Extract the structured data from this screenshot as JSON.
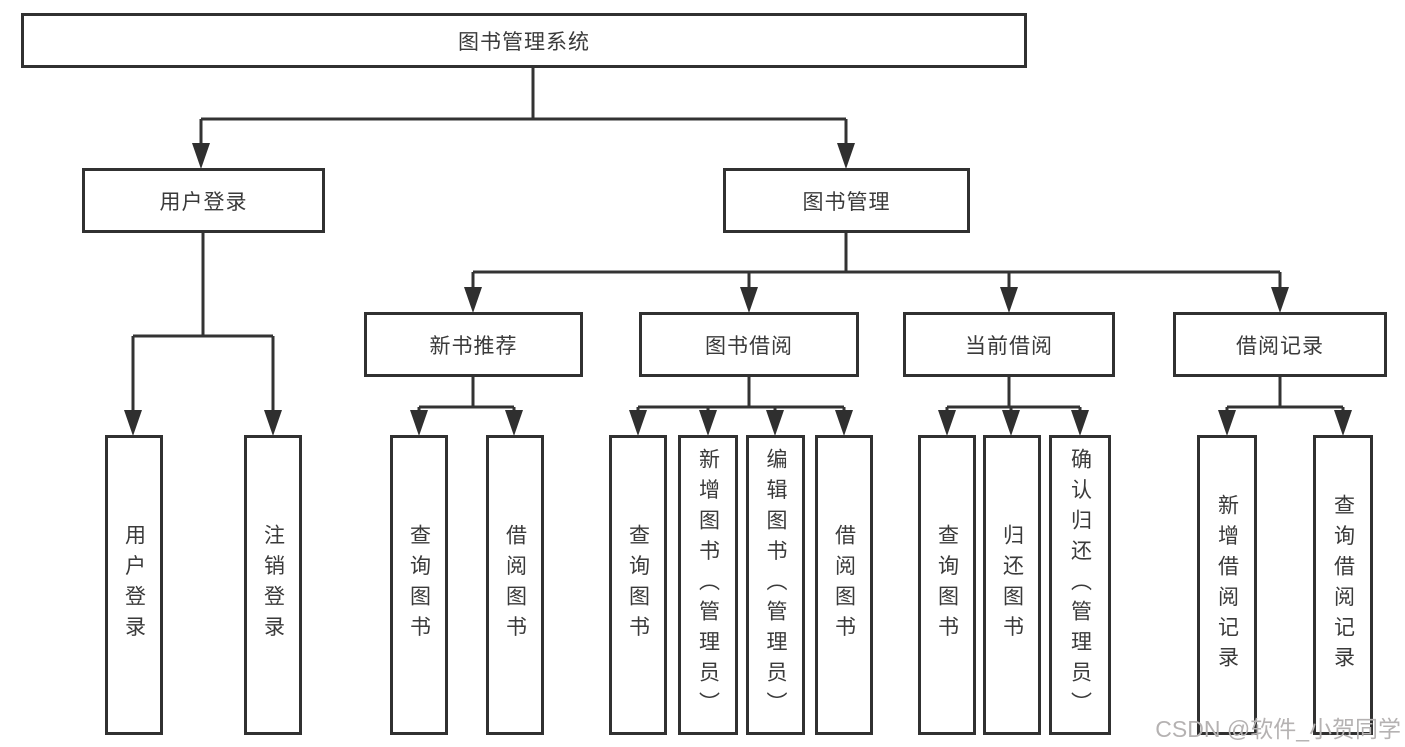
{
  "diagram": {
    "root": {
      "label": "图书管理系统"
    },
    "level2": [
      {
        "label": "用户登录"
      },
      {
        "label": "图书管理"
      }
    ],
    "level3": [
      {
        "label": "新书推荐",
        "parent": "图书管理"
      },
      {
        "label": "图书借阅",
        "parent": "图书管理"
      },
      {
        "label": "当前借阅",
        "parent": "图书管理"
      },
      {
        "label": "借阅记录",
        "parent": "图书管理"
      }
    ],
    "leaves": [
      {
        "label": "用户登录",
        "parent": "用户登录"
      },
      {
        "label": "注销登录",
        "parent": "用户登录"
      },
      {
        "label": "查询图书",
        "parent": "新书推荐"
      },
      {
        "label": "借阅图书",
        "parent": "新书推荐"
      },
      {
        "label": "查询图书",
        "parent": "图书借阅"
      },
      {
        "label": "新增图书（管理员）",
        "parent": "图书借阅"
      },
      {
        "label": "编辑图书（管理员）",
        "parent": "图书借阅"
      },
      {
        "label": "借阅图书",
        "parent": "图书借阅"
      },
      {
        "label": "查询图书",
        "parent": "当前借阅"
      },
      {
        "label": "归还图书",
        "parent": "当前借阅"
      },
      {
        "label": "确认归还（管理员）",
        "parent": "当前借阅"
      },
      {
        "label": "新增借阅记录",
        "parent": "借阅记录"
      },
      {
        "label": "查询借阅记录",
        "parent": "借阅记录"
      }
    ]
  },
  "colors": {
    "line": "#333333",
    "border": "#313131",
    "text": "#3a3a3a",
    "box_fill": "#ffffff",
    "watermark": "#b5b2b2"
  },
  "watermark": "CSDN @软件_小贺同学"
}
